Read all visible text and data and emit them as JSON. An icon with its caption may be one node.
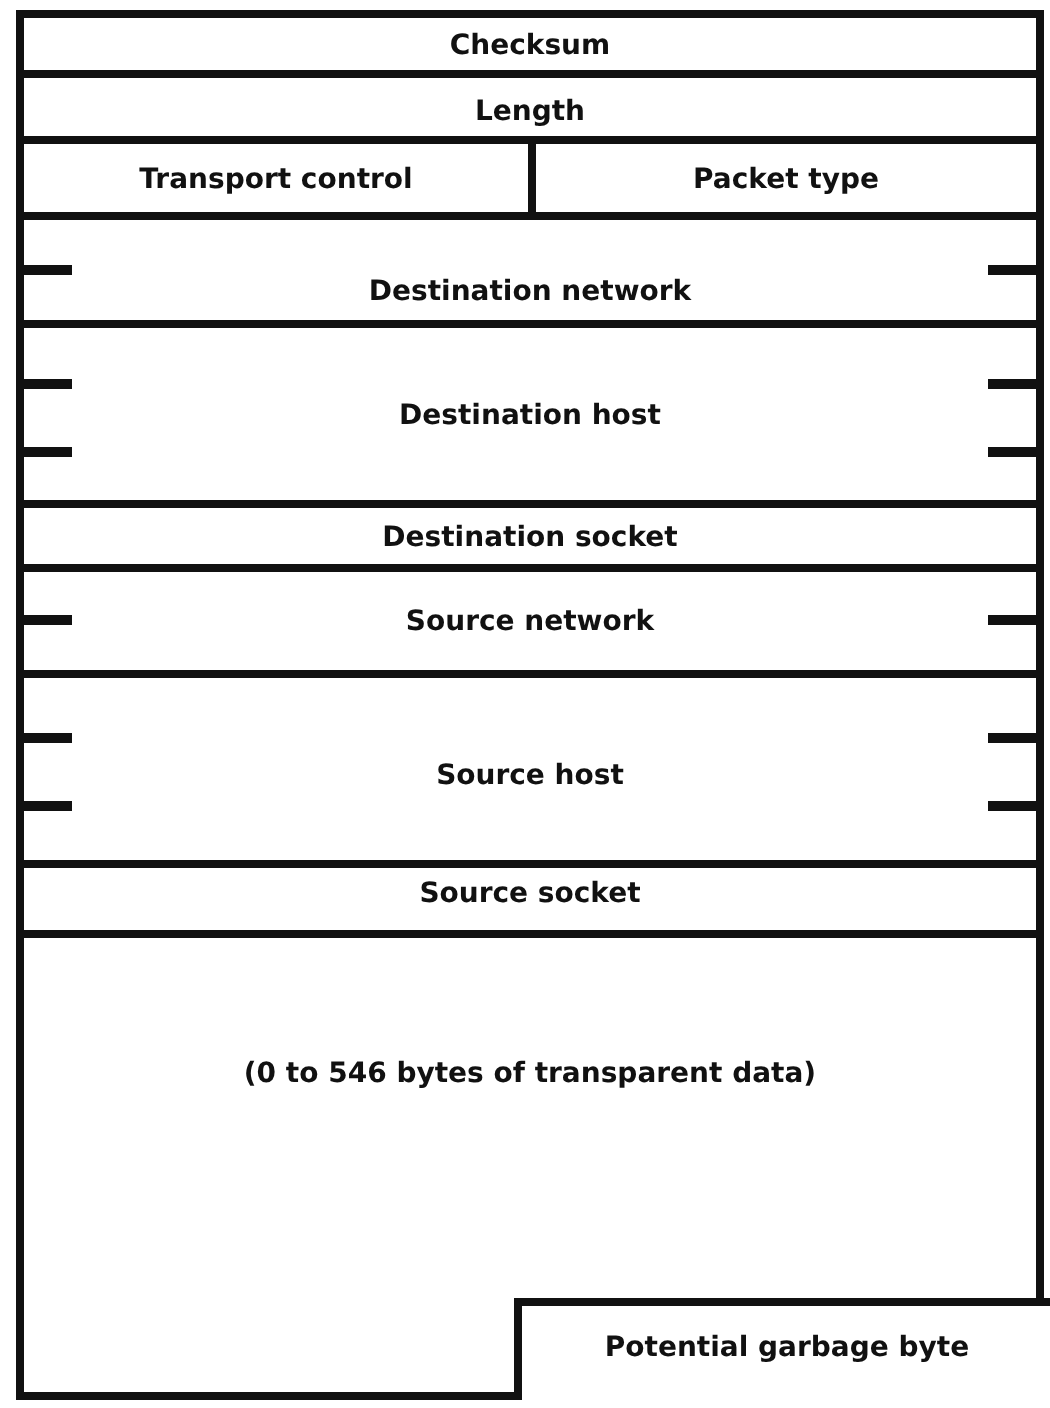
{
  "diagram": {
    "nodes": [
      {
        "text": [
          "Checksum"
        ]
      },
      {
        "text": [
          "Length"
        ]
      },
      {
        "text": [
          "Transport control"
        ]
      },
      {
        "text": [
          "Packet type"
        ]
      },
      {
        "text": [
          "Destination network"
        ]
      },
      {
        "text": [
          "Destination host"
        ]
      },
      {
        "text": [
          "Destination socket"
        ]
      },
      {
        "text": [
          "Source network"
        ]
      },
      {
        "text": [
          "Source host"
        ]
      },
      {
        "text": [
          "Source socket"
        ]
      },
      {
        "text": [
          "(0 to 546 bytes of transparent data)"
        ]
      },
      {
        "text": [
          "Potential garbage byte"
        ],
        "in": 10
      }
    ]
  }
}
